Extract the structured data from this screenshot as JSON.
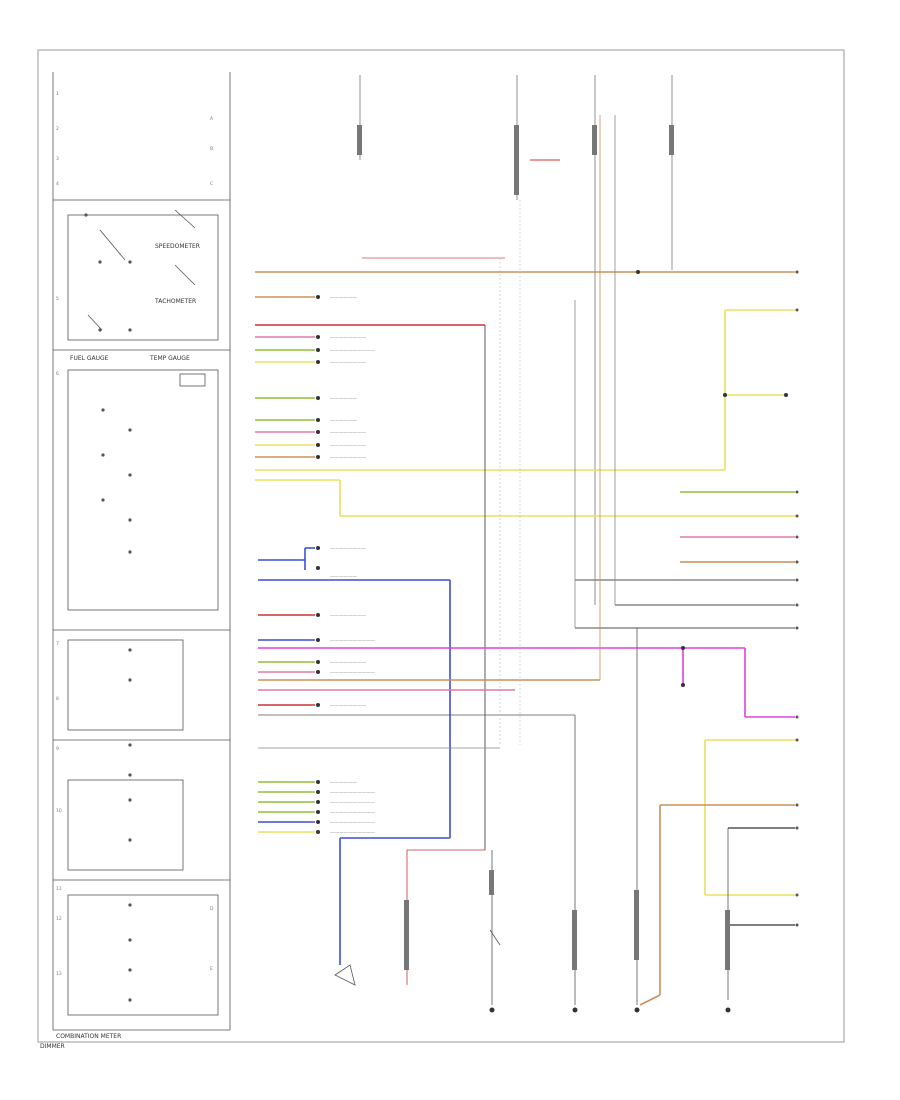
{
  "diagram": {
    "panel_title": "COMBINATION METER",
    "bottom_left_label": "DIMMER",
    "gauge_labels": {
      "speedometer": "SPEEDOMETER",
      "tachometer": "TACHOMETER",
      "fuel_gauge": "FUEL GAUGE",
      "temp_gauge": "TEMP GAUGE"
    },
    "colors": {
      "orange_brown": "#c8905a",
      "red": "#cc3333",
      "pink": "#e07aa8",
      "yellow": "#e8e060",
      "blue": "#3b4fd6",
      "magenta": "#e040e0",
      "green": "#8fbf3a",
      "gray": "#888888",
      "black": "#333333"
    }
  }
}
